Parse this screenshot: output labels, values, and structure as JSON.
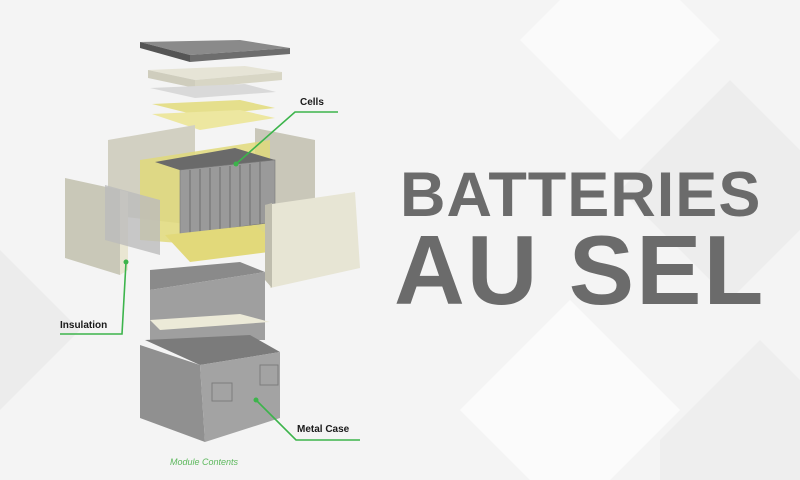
{
  "diagram": {
    "labels": {
      "cells": "Cells",
      "insulation": "Insulation",
      "metal_case": "Metal Case"
    },
    "caption": "Module Contents",
    "leader_color": "#3cb44b"
  },
  "title": {
    "line1": "BATTERIES",
    "line2": "AU SEL",
    "color": "#6b6b6b"
  }
}
